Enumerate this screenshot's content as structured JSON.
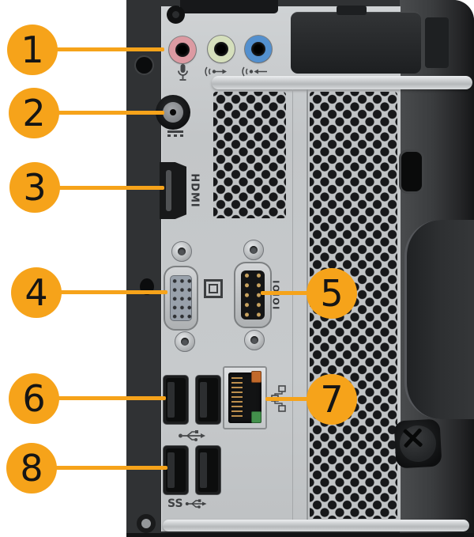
{
  "diagram": {
    "description": "Rear panel of a desktop computer with numbered port callouts",
    "accent_color": "#F6A31A",
    "callouts": [
      {
        "number": "1",
        "target": "microphone-jack"
      },
      {
        "number": "2",
        "target": "power-connector"
      },
      {
        "number": "3",
        "target": "hdmi-port"
      },
      {
        "number": "4",
        "target": "vga-port"
      },
      {
        "number": "5",
        "target": "serial-port"
      },
      {
        "number": "6",
        "target": "usb-2-ports"
      },
      {
        "number": "7",
        "target": "ethernet-port"
      },
      {
        "number": "8",
        "target": "usb-3-ports"
      }
    ],
    "port_labels": {
      "hdmi": "HDMI",
      "serial": "IOIOI",
      "usb3": "SS"
    }
  }
}
